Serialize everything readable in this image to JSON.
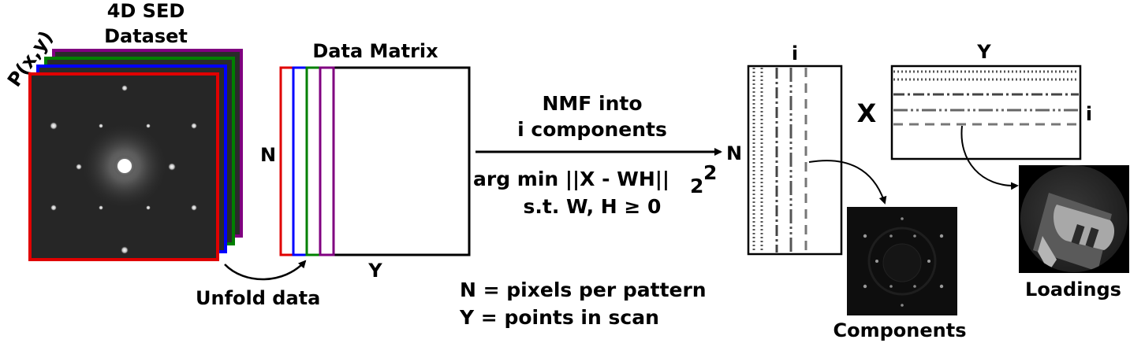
{
  "dataset": {
    "title_line1": "4D SED",
    "title_line2": "Dataset",
    "axis_label": "P(x,y)",
    "frame_colors": [
      "#800080",
      "#008000",
      "#0000ff",
      "#e00000"
    ]
  },
  "unfold": {
    "label": "Unfold data"
  },
  "data_matrix": {
    "title": "Data Matrix",
    "row_label": "N",
    "col_label": "Y",
    "strip_colors": [
      "#e00000",
      "#0000ff",
      "#008000",
      "#800080"
    ]
  },
  "nmf": {
    "line1": "NMF into",
    "line2": "i components",
    "formula": "arg min ||X - WH||",
    "formula_sub": "2",
    "formula_sup": "2",
    "constraint": "s.t. W, H ≥ 0"
  },
  "w_matrix": {
    "row_label": "N",
    "col_label": "i"
  },
  "multiply": {
    "symbol": "X"
  },
  "h_matrix": {
    "col_label": "Y",
    "row_label": "i"
  },
  "components": {
    "label": "Components"
  },
  "loadings": {
    "label": "Loadings"
  },
  "legend": {
    "line1": "N = pixels per pattern",
    "line2": "Y = points in scan"
  }
}
